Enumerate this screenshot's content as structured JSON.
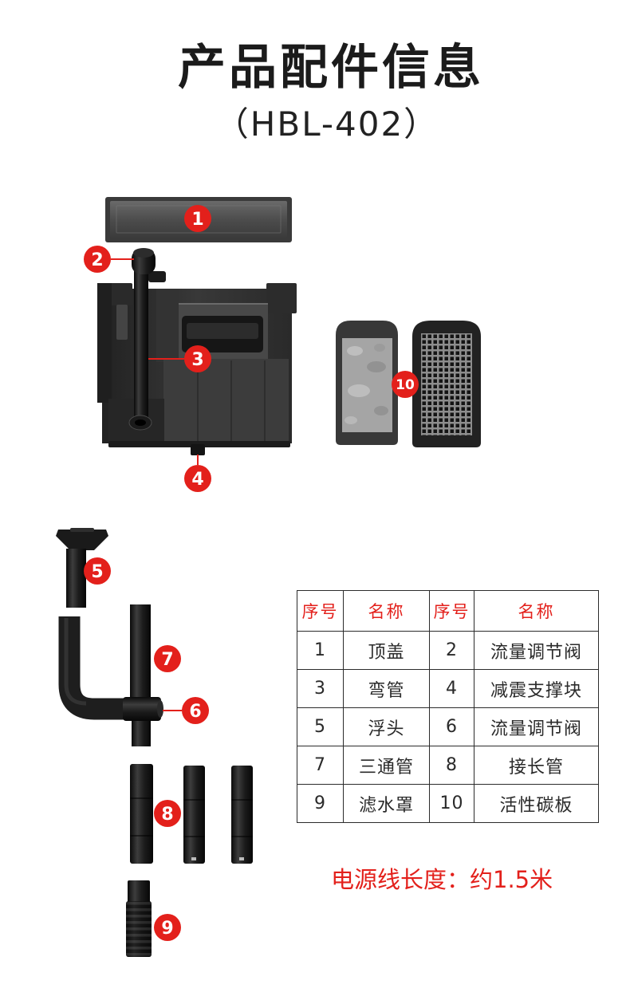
{
  "header": {
    "title": "产品配件信息",
    "model": "（HBL-402）"
  },
  "callouts": [
    "1",
    "2",
    "3",
    "4",
    "5",
    "6",
    "7",
    "8",
    "9",
    "10"
  ],
  "table": {
    "headers": [
      "序号",
      "名称",
      "序号",
      "名称"
    ],
    "rows": [
      [
        "1",
        "顶盖",
        "2",
        "流量调节阀"
      ],
      [
        "3",
        "弯管",
        "4",
        "减震支撑块"
      ],
      [
        "5",
        "浮头",
        "6",
        "流量调节阀"
      ],
      [
        "7",
        "三通管",
        "8",
        "接长管"
      ],
      [
        "9",
        "滤水罩",
        "10",
        "活性碳板"
      ]
    ]
  },
  "note": {
    "power_cord": "电源线长度：约1.5米"
  },
  "colors": {
    "accent": "#e3201b",
    "text": "#2a2a2a",
    "part": "#1e1e1e",
    "background": "#ffffff"
  }
}
